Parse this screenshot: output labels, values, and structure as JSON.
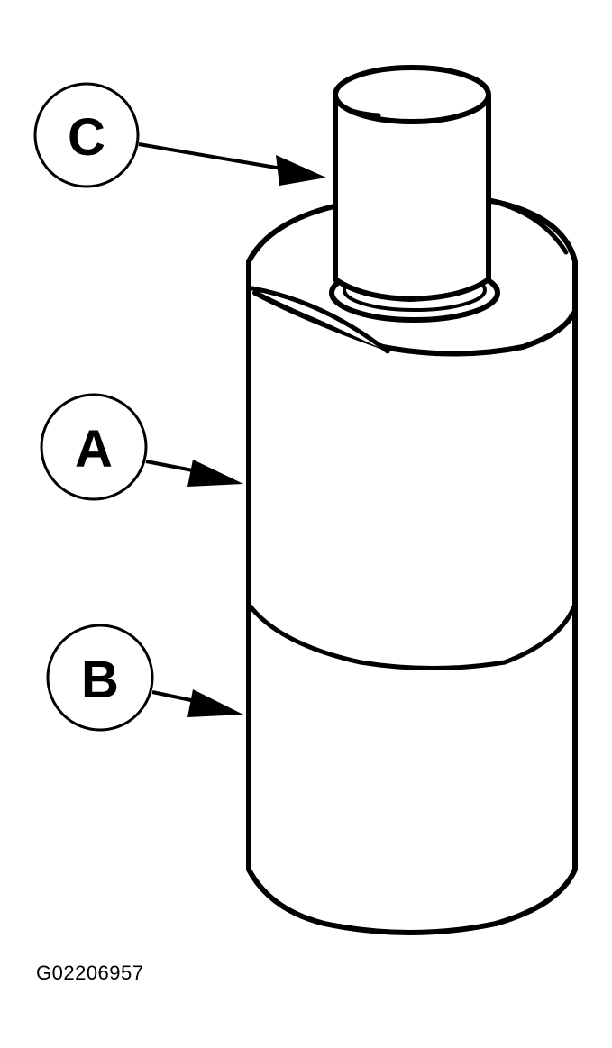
{
  "callouts": {
    "a": "A",
    "b": "B",
    "c": "C"
  },
  "figure_id": "G02206957",
  "colors": {
    "stroke": "#000000",
    "fill": "#ffffff"
  }
}
